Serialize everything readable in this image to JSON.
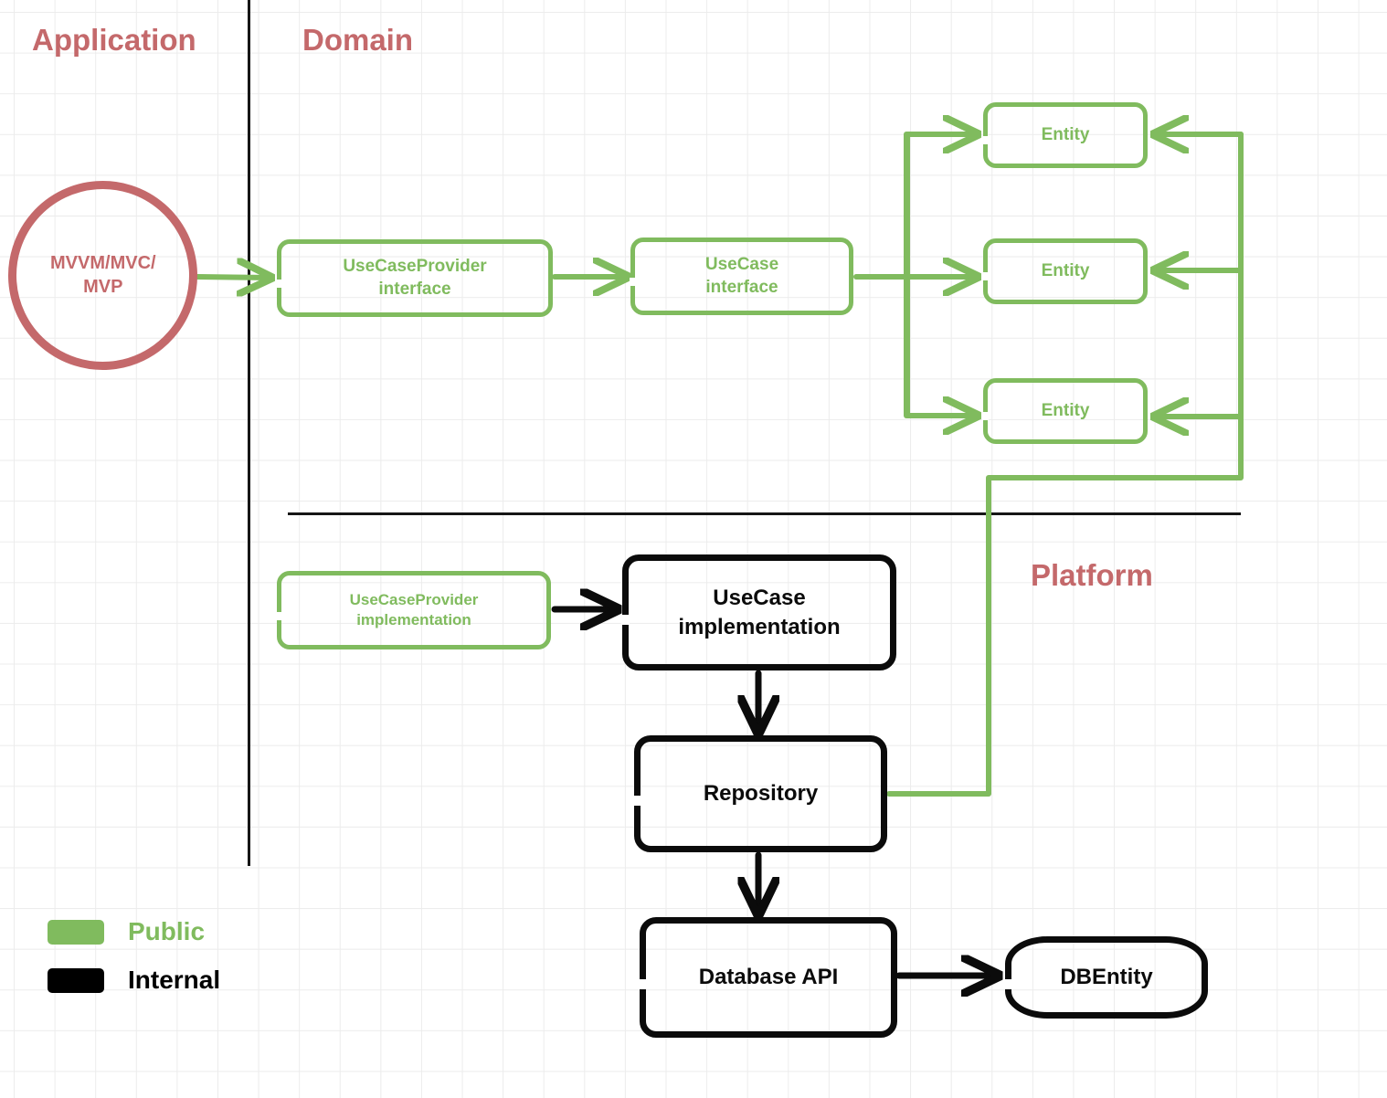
{
  "diagram": {
    "title_zones": [
      {
        "id": "application",
        "label": "Application"
      },
      {
        "id": "domain",
        "label": "Domain"
      },
      {
        "id": "platform",
        "label": "Platform"
      }
    ],
    "colors": {
      "public_green": "#80bb5e",
      "internal_black": "#000000",
      "zone_label_red": "#c4696b",
      "grid_line": "#ececec",
      "background": "#ffffff"
    },
    "application_layer": {
      "presentation_node": {
        "label_line1": "MVVM/MVC/",
        "label_line2": "MVP",
        "shape": "circle",
        "style": "red-outline"
      }
    },
    "domain_layer": {
      "nodes": [
        {
          "id": "usecaseprovider-interface",
          "line1": "UseCaseProvider",
          "line2": "interface",
          "style": "public"
        },
        {
          "id": "usecase-interface",
          "line1": "UseCase",
          "line2": "interface",
          "style": "public"
        },
        {
          "id": "entity-1",
          "line1": "Entity",
          "line2": "",
          "style": "public"
        },
        {
          "id": "entity-2",
          "line1": "Entity",
          "line2": "",
          "style": "public"
        },
        {
          "id": "entity-3",
          "line1": "Entity",
          "line2": "",
          "style": "public"
        }
      ]
    },
    "platform_layer": {
      "nodes": [
        {
          "id": "usecaseprovider-implementation",
          "line1": "UseCaseProvider",
          "line2": "implementation",
          "style": "public"
        },
        {
          "id": "usecase-implementation",
          "line1": "UseCase",
          "line2": "implementation",
          "style": "internal"
        },
        {
          "id": "repository",
          "line1": "Repository",
          "line2": "",
          "style": "internal"
        },
        {
          "id": "database-api",
          "line1": "Database API",
          "line2": "",
          "style": "internal"
        },
        {
          "id": "dbentity",
          "line1": "DBEntity",
          "line2": "",
          "style": "internal"
        }
      ]
    },
    "edges": [
      {
        "from": "presentation_node",
        "to": "usecaseprovider-interface",
        "color": "public_green"
      },
      {
        "from": "usecaseprovider-interface",
        "to": "usecase-interface",
        "color": "public_green"
      },
      {
        "from": "usecase-interface",
        "to": "entity-1",
        "color": "public_green"
      },
      {
        "from": "usecase-interface",
        "to": "entity-2",
        "color": "public_green"
      },
      {
        "from": "usecase-interface",
        "to": "entity-3",
        "color": "public_green"
      },
      {
        "from": "usecaseprovider-implementation",
        "to": "usecase-implementation",
        "color": "internal_black"
      },
      {
        "from": "usecase-implementation",
        "to": "repository",
        "color": "internal_black"
      },
      {
        "from": "repository",
        "to": "database-api",
        "color": "internal_black"
      },
      {
        "from": "database-api",
        "to": "dbentity",
        "color": "internal_black"
      },
      {
        "from": "repository",
        "to": "entity-1",
        "color": "public_green"
      },
      {
        "from": "repository",
        "to": "entity-2",
        "color": "public_green"
      },
      {
        "from": "repository",
        "to": "entity-3",
        "color": "public_green"
      }
    ],
    "legend": {
      "items": [
        {
          "id": "public",
          "label": "Public",
          "color": "#80bb5e"
        },
        {
          "id": "internal",
          "label": "Internal",
          "color": "#000000"
        }
      ]
    }
  }
}
